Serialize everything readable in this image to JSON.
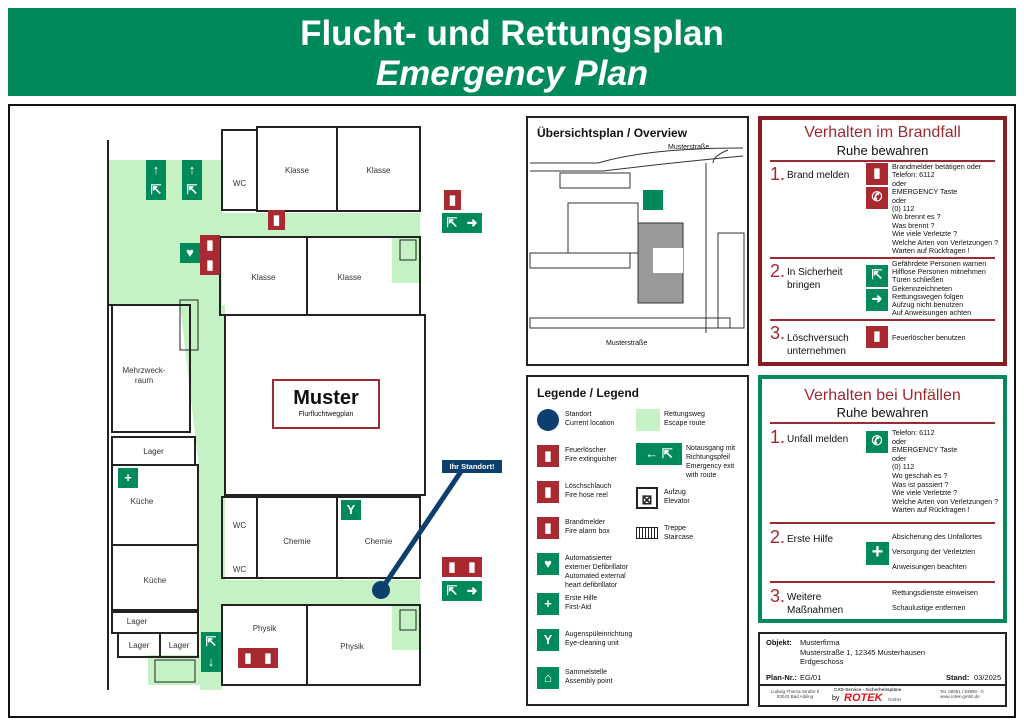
{
  "header": {
    "title": "Flucht- und Rettungsplan",
    "subtitle": "Emergency Plan"
  },
  "floorplan": {
    "rooms": [
      "Klasse",
      "Klasse",
      "Klasse",
      "Klasse",
      "WC",
      "Mehrzweck-raum",
      "Lager",
      "Küche",
      "Küche",
      "Lager",
      "Lager",
      "Lager",
      "WC",
      "WC",
      "Chemie",
      "Chemie",
      "Physik",
      "Physik"
    ],
    "stamp_title": "Muster",
    "stamp_sub": "Flurfluchtwegplan",
    "location_label": "Ihr Standort!"
  },
  "overview": {
    "title": "Übersichtsplan / Overview",
    "street_top": "Musterstraße",
    "street_bottom": "Musterstraße"
  },
  "legend": {
    "title": "Legende / Legend",
    "items": [
      {
        "label": "Standort\nCurrent location",
        "icon": "location-dot"
      },
      {
        "label": "Feuerlöscher\nFire extinguisher",
        "icon": "fire-extinguisher"
      },
      {
        "label": "Löschschlauch\nFire hose reel",
        "icon": "fire-hose"
      },
      {
        "label": "Brandmelder\nFire alarm box",
        "icon": "fire-alarm"
      },
      {
        "label": "Automatisierter\nexterner Defibrillator\nAutomated external\nheart defibrillator",
        "icon": "defibrillator"
      },
      {
        "label": "Erste Hilfe\nFirst-Aid",
        "icon": "first-aid"
      },
      {
        "label": "Augenspüleinrichtung\nEye-cleaning unit",
        "icon": "eyewash"
      },
      {
        "label": "Sammelstelle\nAssembly point",
        "icon": "assembly-point"
      },
      {
        "label": "Rettungsweg\nEscape route",
        "icon": "escape-route"
      },
      {
        "label": "Notausgang mit\nRichtungspfeil\nEmergency exit\nwith route",
        "icon": "emergency-exit"
      },
      {
        "label": "Aufzug\nElevator",
        "icon": "elevator"
      },
      {
        "label": "Treppe\nStaircase",
        "icon": "staircase"
      }
    ]
  },
  "fire": {
    "title": "Verhalten im Brandfall",
    "subtitle": "Ruhe bewahren",
    "steps": [
      {
        "num": "1.",
        "label": "Brand melden",
        "text": "Brandmelder betätigen oder\nTelefon: 6112\noder\nEMERGENCY Taste\noder\n(0) 112\nWo brennt es ?\nWas brennt ?\nWie viele Verletzte ?\nWelche Arten von Verletzungen ?\nWarten auf Rückfragen !"
      },
      {
        "num": "2.",
        "label": "In Sicherheit\nbringen",
        "text": "Gefährdete Personen warnen\nHilflose Personen mitnehmen\nTüren schließen\nGekennzeichneten\nRettungswegen folgen\nAufzug nicht benutzen\nAuf Anweisungen achten"
      },
      {
        "num": "3.",
        "label": "Löschversuch\nunternehmen",
        "text": "Feuerlöscher benutzen"
      }
    ]
  },
  "accident": {
    "title": "Verhalten bei Unfällen",
    "subtitle": "Ruhe bewahren",
    "steps": [
      {
        "num": "1.",
        "label": "Unfall melden",
        "text": "Telefon: 6112\noder\nEMERGENCY Taste\noder\n(0) 112\nWo geschah es ?\nWas ist passiert ?\nWie viele Verletzte ?\nWelche Arten von Verletzungen ?\nWarten auf Rückfragen !"
      },
      {
        "num": "2.",
        "label": "Erste Hilfe",
        "text": "Absicherung des Unfallortes\n\nVersorgung der Verletzten\n\nAnweisungen beachten"
      },
      {
        "num": "3.",
        "label": "Weitere\nMaßnahmen",
        "text": "Rettungsdienste einweisen\n\nSchaulustige entfernen"
      }
    ]
  },
  "info": {
    "object_label": "Objekt:",
    "object": "Musterfirma\nMusterstraße 1, 12345 Musterhausen\nErdgeschoss",
    "plan_label": "Plan-Nr.:",
    "plan": "EG/01",
    "date_label": "Stand:",
    "date": "03/2025",
    "footer_address": "Ludwig-Thoma-Straße 5\n83043 Bad Aibling",
    "footer_service": "CAD-Service - Sicherheitspläne",
    "footer_by": "by",
    "footer_brand": "ROTEK",
    "footer_gmbh": "GmbH",
    "footer_contact": "Tel. 08061 / 93890 - 0\nwww.rotek-gmbh.de"
  },
  "colors": {
    "green": "#008a5a",
    "red": "#9c2a32",
    "route": "#c4f2c4",
    "navy": "#0d3f6e"
  }
}
